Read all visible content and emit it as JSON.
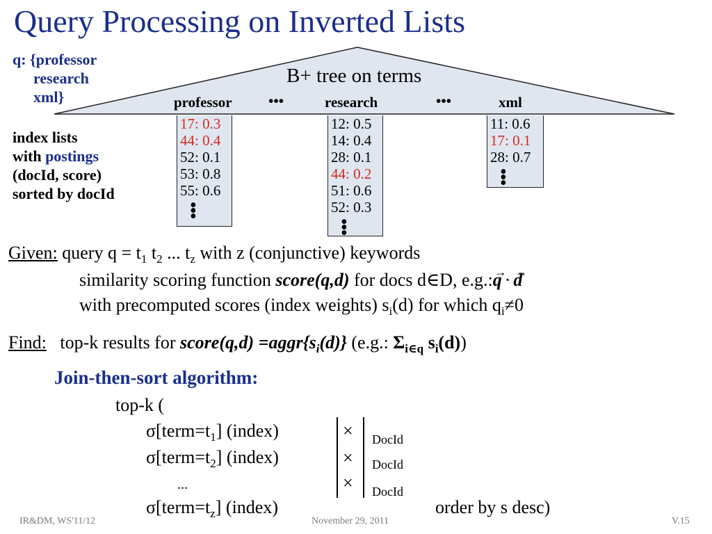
{
  "slide": {
    "title": "Query Processing on Inverted Lists",
    "query_lines": [
      "q: {professor",
      "research",
      "xml}"
    ],
    "tree_title": "B+ tree on terms",
    "terms": [
      "professor",
      "research",
      "xml"
    ],
    "ellipsis": "•••",
    "index_desc": {
      "line1": "index lists",
      "line2_a": "with ",
      "line2_b": "postings",
      "line3": "(docId, score)",
      "line4": "sorted by docId"
    },
    "lists": {
      "professor": [
        {
          "text": "17: 0.3",
          "highlight": true
        },
        {
          "text": "44: 0.4",
          "highlight": true
        },
        {
          "text": "52: 0.1",
          "highlight": false
        },
        {
          "text": "53: 0.8",
          "highlight": false
        },
        {
          "text": "55: 0.6",
          "highlight": false
        }
      ],
      "research": [
        {
          "text": "12: 0.5",
          "highlight": false
        },
        {
          "text": "14: 0.4",
          "highlight": false
        },
        {
          "text": "28: 0.1",
          "highlight": false
        },
        {
          "text": "44: 0.2",
          "highlight": true
        },
        {
          "text": "51: 0.6",
          "highlight": false
        },
        {
          "text": "52: 0.3",
          "highlight": false
        }
      ],
      "xml": [
        {
          "text": "11: 0.6",
          "highlight": false
        },
        {
          "text": "17: 0.1",
          "highlight": true
        },
        {
          "text": "28: 0.7",
          "highlight": false
        }
      ]
    },
    "given": {
      "label": "Given:",
      "l1_a": "query q = t",
      "l1_s1": "1",
      "l1_b": " t",
      "l1_s2": "2",
      "l1_c": " ... t",
      "l1_s3": "z",
      "l1_d": " with z (conjunctive) keywords",
      "l2_a": "similarity scoring function ",
      "l2_b": "score(q,d)",
      "l2_c": " for docs d∈D, e.g.:",
      "formula_q": "q",
      "formula_dot": "·",
      "formula_d": "d",
      "l3_a": "with precomputed scores (index weights) s",
      "l3_s": "i",
      "l3_b": "(d) for which q",
      "l3_s2": "i",
      "l3_c": "≠0"
    },
    "find": {
      "label": "Find:",
      "a": "top-k results for ",
      "b": "score(q,d) =aggr{s",
      "b_sub": "i",
      "c": "(d)}",
      "d": " (e.g.: ",
      "sigma": "Σ",
      "sigma_sub": "i∈q",
      "e": " s",
      "e_sub": "i",
      "f": "(d)",
      "g": ")"
    },
    "algo_title": "Join-then-sort algorithm:",
    "code": {
      "topk": "top-k  (",
      "sel1_a": "σ[term=t",
      "sel1_s": "1",
      "sel1_b": "] (index)",
      "sel2_a": "σ[term=t",
      "sel2_s": "2",
      "sel2_b": "] (index)",
      "dots": "...",
      "selz_a": "σ[term=t",
      "selz_s": "z",
      "selz_b": "] (index)",
      "join": "×",
      "docid": "DocId",
      "orderby": "order by s desc)"
    },
    "footer": {
      "left": "IR&DM, WS'11/12",
      "center": "November 29, 2011",
      "right": "V.15"
    }
  }
}
